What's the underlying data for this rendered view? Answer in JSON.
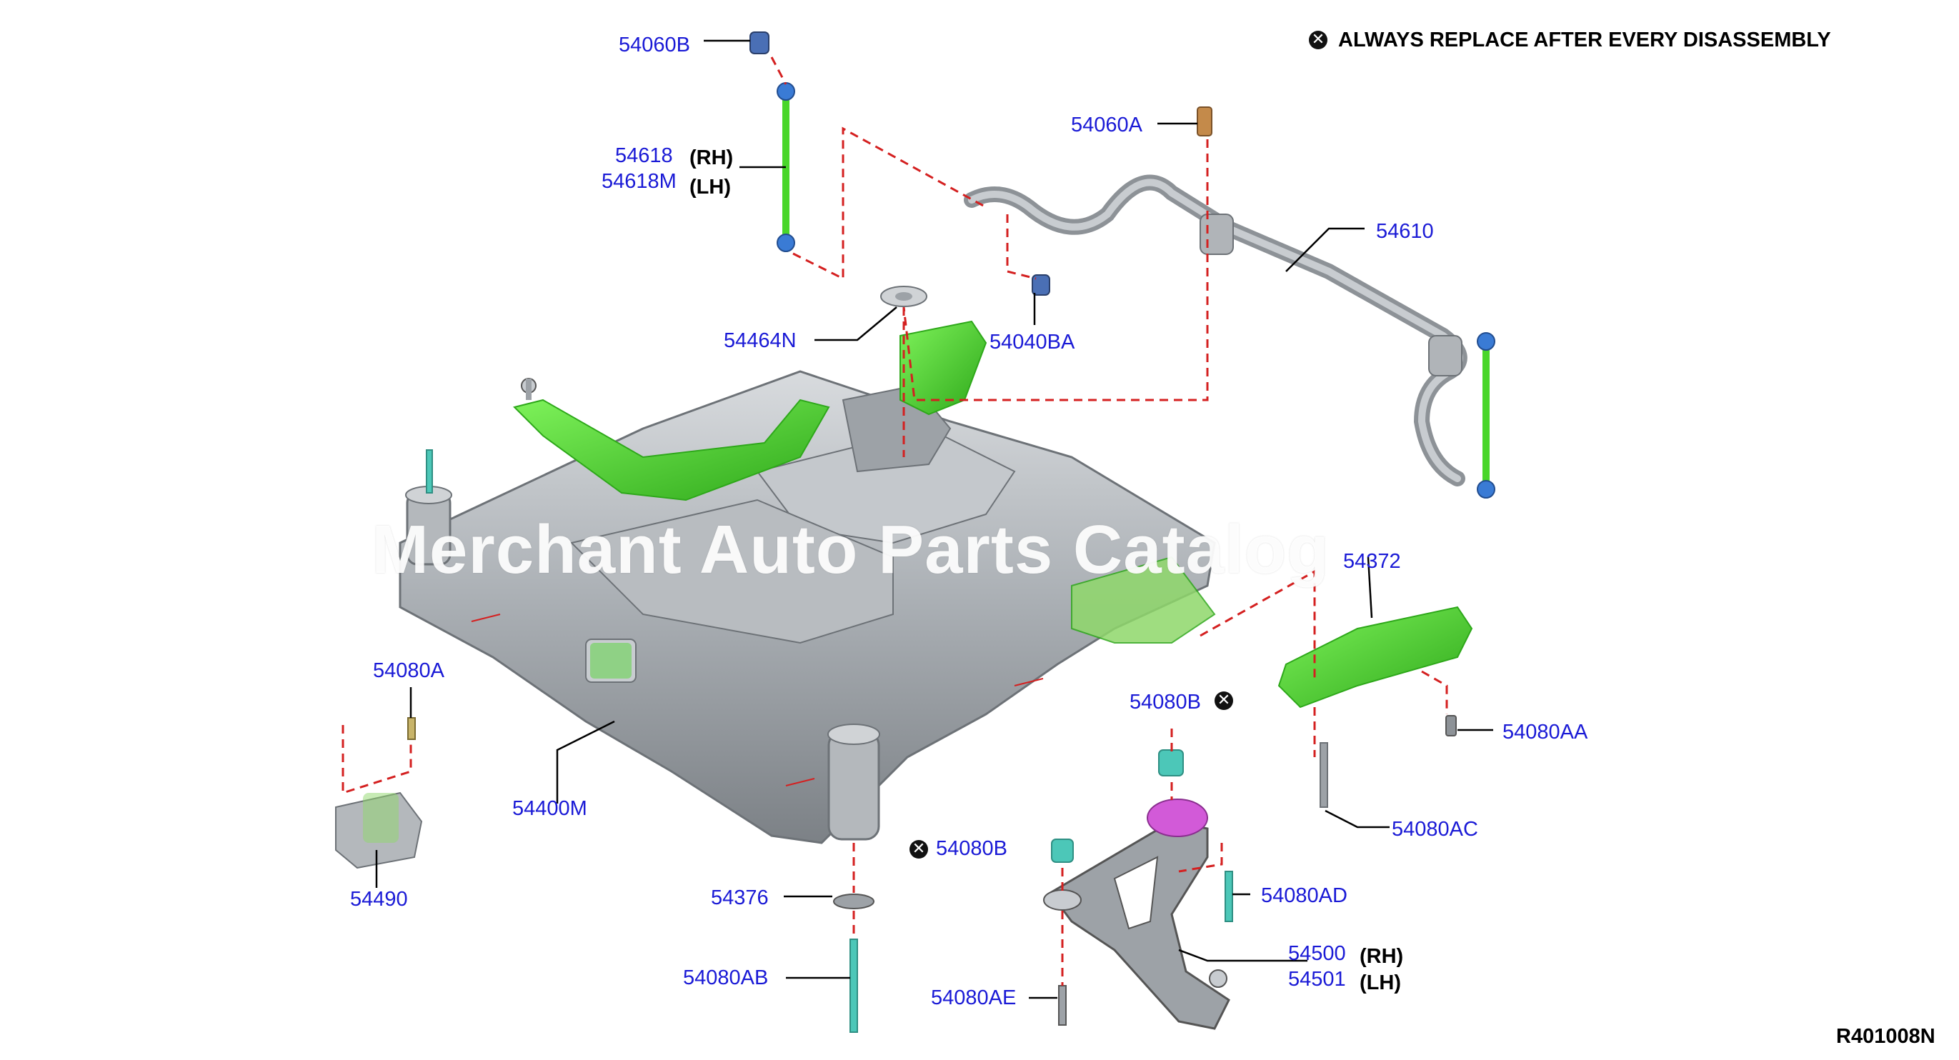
{
  "notice": {
    "text": "ALWAYS REPLACE AFTER EVERY DISASSEMBLY",
    "symbol": "✕"
  },
  "figure_code": "R401008N",
  "watermark": "Merchant Auto Parts Catalog",
  "parts": [
    {
      "id": "p54060B",
      "label": "54060B"
    },
    {
      "id": "p54618",
      "label": "54618",
      "side": "(RH)"
    },
    {
      "id": "p54618M",
      "label": "54618M",
      "side": "(LH)"
    },
    {
      "id": "p54060A",
      "label": "54060A"
    },
    {
      "id": "p54610",
      "label": "54610"
    },
    {
      "id": "p54464N",
      "label": "54464N"
    },
    {
      "id": "p54040BA",
      "label": "54040BA"
    },
    {
      "id": "p54372",
      "label": "54372"
    },
    {
      "id": "p54080A",
      "label": "54080A"
    },
    {
      "id": "p54080B_top",
      "label": "54080B"
    },
    {
      "id": "p54080AA",
      "label": "54080AA"
    },
    {
      "id": "p54400M",
      "label": "54400M"
    },
    {
      "id": "p54490",
      "label": "54490"
    },
    {
      "id": "p54080AC",
      "label": "54080AC"
    },
    {
      "id": "p54080B_low",
      "label": "54080B"
    },
    {
      "id": "p54376",
      "label": "54376"
    },
    {
      "id": "p54080AD",
      "label": "54080AD"
    },
    {
      "id": "p54500",
      "label": "54500",
      "side": "(RH)"
    },
    {
      "id": "p54501",
      "label": "54501",
      "side": "(LH)"
    },
    {
      "id": "p54080AB",
      "label": "54080AB"
    },
    {
      "id": "p54080AE",
      "label": "54080AE"
    }
  ],
  "colors": {
    "label": "#1a1ad6",
    "leader": "#000000",
    "dashed": "#d42020",
    "steel": "#a9aeb3",
    "green": "#49d62a",
    "magenta": "#d25ad8",
    "teal": "#4cc7b8"
  }
}
